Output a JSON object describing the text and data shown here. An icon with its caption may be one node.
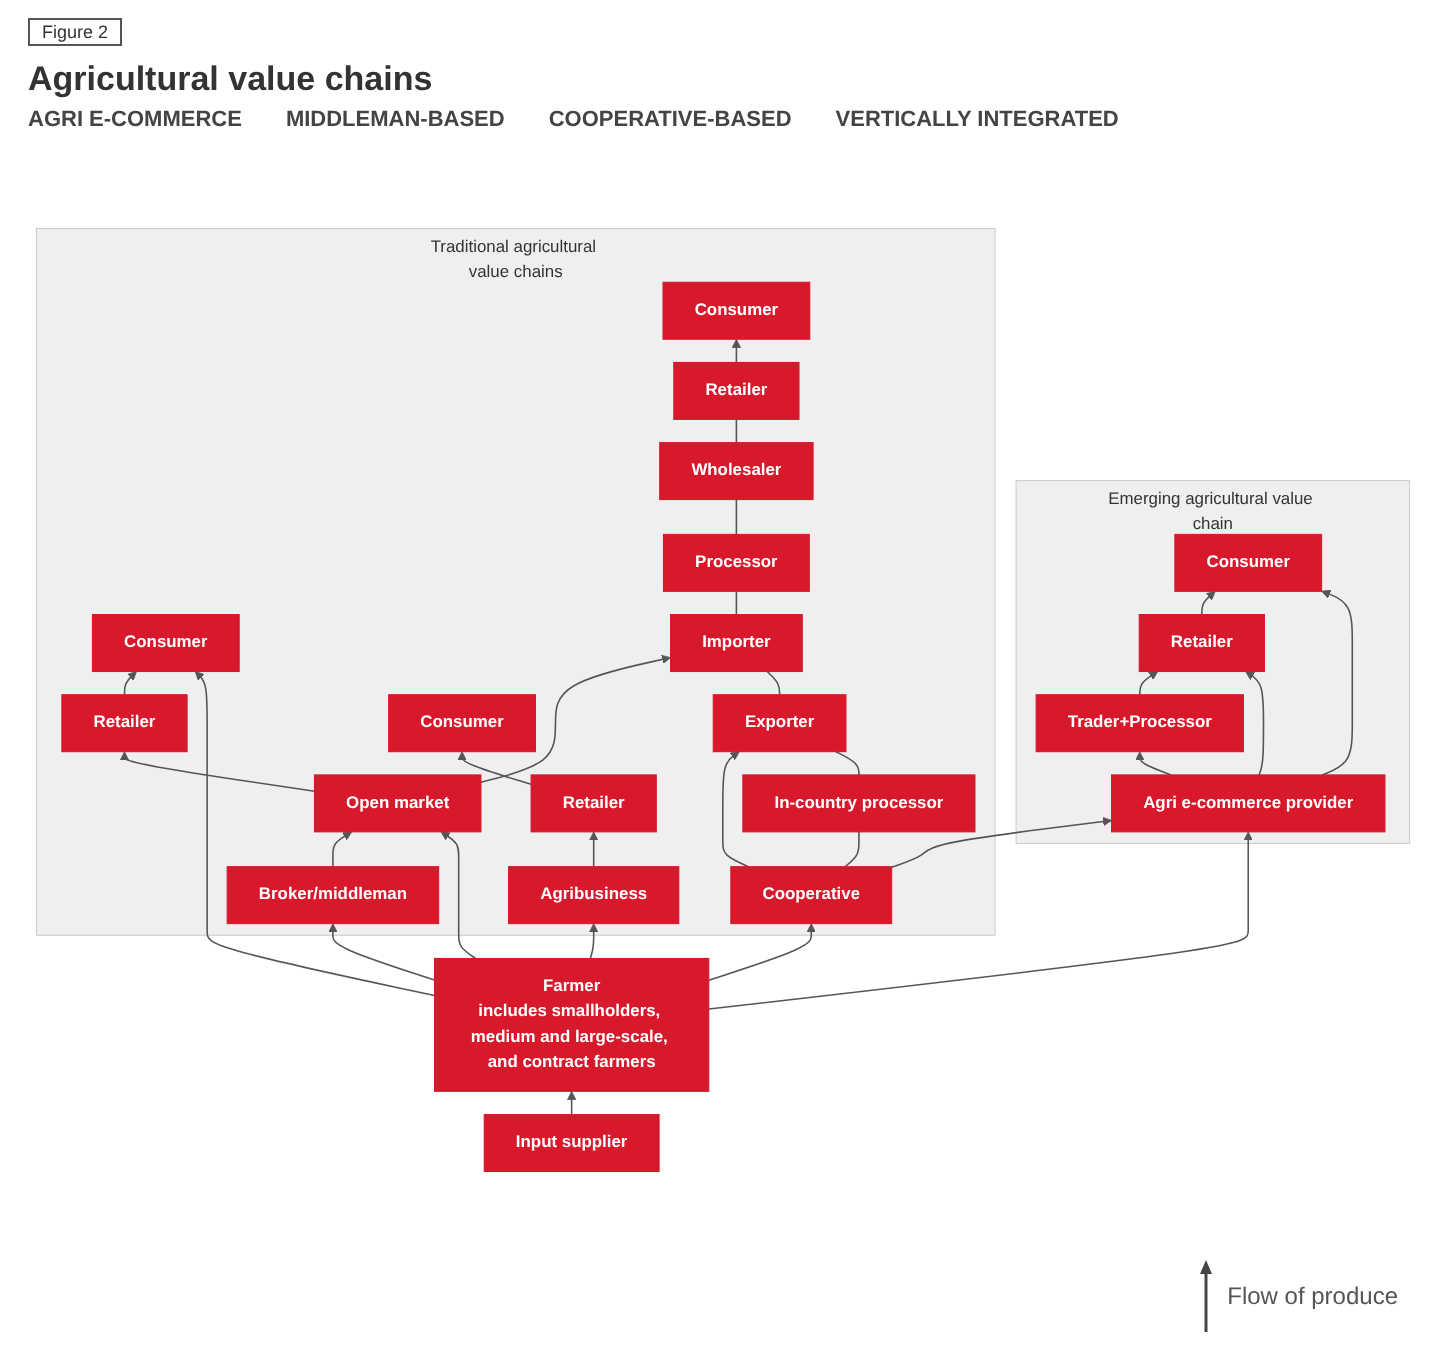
{
  "diagram": {
    "title": "Agricultural value chains",
    "nodes": [
      {
        "text": [
          "Emerging agricultural value chain"
        ]
      },
      {
        "text": [
          "Consumer"
        ],
        "in": 0
      },
      {
        "text": [
          "Retailer"
        ],
        "in": 0
      },
      {
        "text": [
          "Trader+Processor"
        ],
        "in": 0
      },
      {
        "text": [
          "Agri e-commerce provider"
        ],
        "in": 0
      },
      {
        "text": [
          "Traditional agricultural value chains"
        ]
      },
      {
        "text": [
          "Consumer"
        ],
        "in": 5
      },
      {
        "text": [
          "Retailer"
        ],
        "in": 5
      },
      {
        "text": [
          "Open market"
        ],
        "in": 5
      },
      {
        "text": [
          "Broker/middleman"
        ],
        "in": 5
      },
      {
        "text": [
          "Consumer"
        ],
        "in": 5
      },
      {
        "text": [
          "Retailer"
        ],
        "in": 5
      },
      {
        "text": [
          "Wholesaler"
        ],
        "in": 5
      },
      {
        "text": [
          "Processor"
        ],
        "in": 5
      },
      {
        "text": [
          "Importer"
        ],
        "in": 5
      },
      {
        "text": [
          "Exporter"
        ],
        "in": 5
      },
      {
        "text": [
          "In-country processor"
        ],
        "in": 5
      },
      {
        "text": [
          "Cooperative"
        ],
        "in": 5
      },
      {
        "text": [
          "Consumer"
        ],
        "in": 5
      },
      {
        "text": [
          "Retailer"
        ],
        "in": 5
      },
      {
        "text": [
          "Agribusiness"
        ],
        "in": 5
      },
      {
        "text": [
          "Farmer",
          "includes smallholders, medium and large-scale, and contract farmers"
        ]
      },
      {
        "text": [
          "Input supplier"
        ]
      }
    ],
    "edges": [
      {
        "from": 4,
        "to": 3,
        "arrow": "to"
      },
      {
        "from": 3,
        "to": 2,
        "arrow": "to"
      },
      {
        "from": 2,
        "to": 1,
        "arrow": "to"
      },
      {
        "from": 4,
        "to": 2,
        "arrow": "to"
      },
      {
        "from": 4,
        "to": 1,
        "arrow": "to"
      },
      {
        "from": 21,
        "to": 4,
        "arrow": "to"
      },
      {
        "from": 17,
        "to": 4,
        "arrow": "to"
      },
      {
        "from": 21,
        "to": 9,
        "arrow": "to"
      },
      {
        "from": 9,
        "to": 8,
        "arrow": "to"
      },
      {
        "from": 8,
        "to": 7,
        "arrow": "to"
      },
      {
        "from": 7,
        "to": 6,
        "arrow": "to"
      },
      {
        "from": 21,
        "to": 8,
        "arrow": "to"
      },
      {
        "from": 21,
        "to": 6,
        "arrow": "to"
      },
      {
        "from": 8,
        "to": 14,
        "arrow": "to"
      },
      {
        "from": 21,
        "to": 17,
        "arrow": "to"
      },
      {
        "from": 17,
        "to": 15,
        "arrow": "to"
      },
      {
        "from": 17,
        "to": 16,
        "arrow": "none"
      },
      {
        "from": 16,
        "to": 15,
        "arrow": "none"
      },
      {
        "from": 15,
        "to": 14,
        "arrow": "none"
      },
      {
        "from": 14,
        "to": 13,
        "arrow": "none"
      },
      {
        "from": 13,
        "to": 12,
        "arrow": "none"
      },
      {
        "from": 12,
        "to": 11,
        "arrow": "none"
      },
      {
        "from": 11,
        "to": 10,
        "arrow": "to"
      },
      {
        "from": 21,
        "to": 20,
        "arrow": "to"
      },
      {
        "from": 20,
        "to": 19,
        "arrow": "to"
      },
      {
        "from": 19,
        "to": 18,
        "arrow": "to"
      },
      {
        "from": 22,
        "to": 21,
        "arrow": "to"
      }
    ],
    "labels": [
      "Figure 2",
      "AGRI E-COMMERCE",
      "MIDDLEMAN-BASED",
      "COOPERATIVE-BASED",
      "VERTICALLY INTEGRATED"
    ],
    "legend": [
      {
        "text": "Flow of produce"
      }
    ]
  }
}
